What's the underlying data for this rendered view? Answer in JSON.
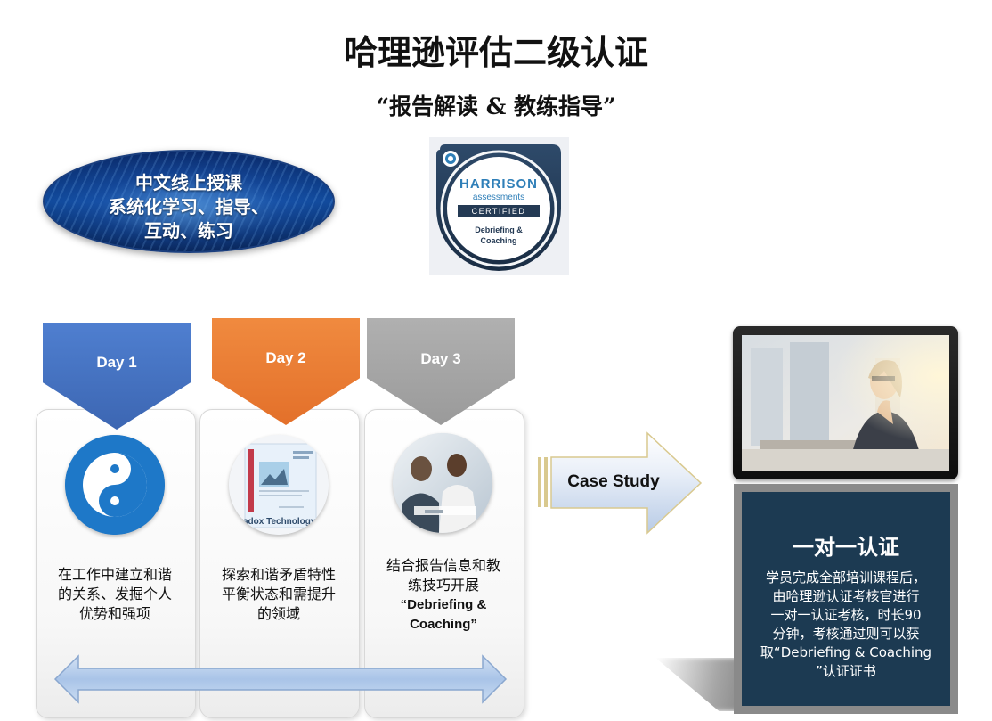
{
  "header": {
    "title": "哈理逊评估二级认证",
    "subtitle": "“报告解读 & 教练指导”"
  },
  "online_course": {
    "line1": "中文线上授课",
    "line2": "系统化学习、指导、",
    "line3": "互动、练习"
  },
  "badge": {
    "brand": "HARRISON",
    "sub": "assessments",
    "certified": "CERTIFIED",
    "line1": "Debriefing &",
    "line2": "Coaching",
    "colors": {
      "ring": "#243a54",
      "accent": "#2f7fb8"
    }
  },
  "days": [
    {
      "label": "Day 1",
      "color": "#4472c4",
      "icon": "yin-yang-icon",
      "text": [
        "在工作中建立和谐",
        "的关系、发掘个人",
        "优势和强项"
      ]
    },
    {
      "label": "Day 2",
      "color": "#ed7d31",
      "icon": "report-document-icon",
      "doc_caption": "aradox Technology",
      "text": [
        "探索和谐矛盾特性",
        "平衡状态和需提升",
        "的领域"
      ]
    },
    {
      "label": "Day 3",
      "color": "#a5a5a5",
      "icon": "coaching-session-photo",
      "text": [
        "结合报告信息和教",
        "练技巧开展",
        "“Debriefing &",
        "Coaching”"
      ]
    }
  ],
  "case_study": {
    "label": "Case Study"
  },
  "certification": {
    "title": "一对一认证",
    "body": [
      "学员完成全部培训课程后，",
      "由哈理逊认证考核官进行",
      "一对一认证考核，时长90",
      "分钟，考核通过则可以获",
      "取“Debriefing & Coaching",
      "”认证证书"
    ]
  }
}
